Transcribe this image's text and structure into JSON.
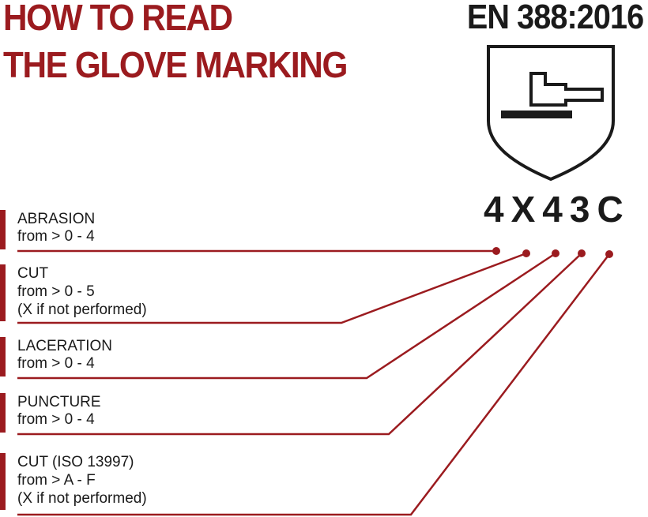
{
  "title": {
    "line1": "HOW TO READ",
    "line2": "THE GLOVE MARKING"
  },
  "standard": "EN 388:2016",
  "marking": [
    "4",
    "X",
    "4",
    "3",
    "C"
  ],
  "categories": [
    {
      "name": "ABRASION",
      "range": "from > 0 - 4",
      "note": ""
    },
    {
      "name": "CUT",
      "range": "from > 0 - 5",
      "note": "(X if not performed)"
    },
    {
      "name": "LACERATION",
      "range": "from > 0 - 4",
      "note": ""
    },
    {
      "name": "PUNCTURE",
      "range": "from > 0 - 4",
      "note": ""
    },
    {
      "name": "CUT (ISO 13997)",
      "range": "from > A - F",
      "note": "(X if not performed)"
    }
  ],
  "colors": {
    "accent": "#9b1b1f",
    "text": "#1a1a1a",
    "background": "#ffffff"
  },
  "icons": {
    "shield": "shield-hammer-pictogram"
  }
}
